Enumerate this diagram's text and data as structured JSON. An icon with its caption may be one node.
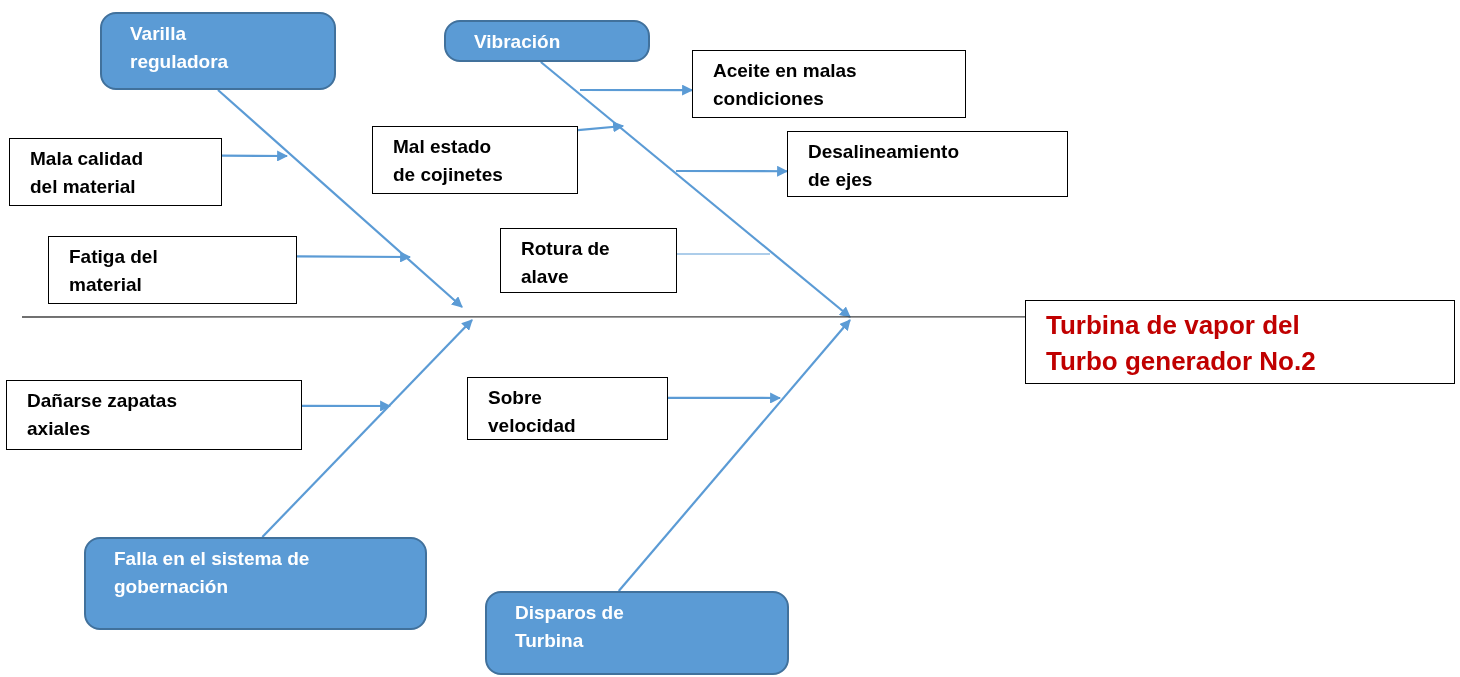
{
  "diagram": {
    "nodes": [
      {
        "text": [
          "Varilla reguladora"
        ]
      },
      {
        "text": [
          "Vibración"
        ]
      },
      {
        "text": [
          "Falla en el sistema de gobernación"
        ]
      },
      {
        "text": [
          "Disparos de Turbina"
        ]
      },
      {
        "text": [
          "Mala calidad del material"
        ]
      },
      {
        "text": [
          "Fatiga del material"
        ]
      },
      {
        "text": [
          "Mal estado de cojinetes"
        ]
      },
      {
        "text": [
          "Aceite en malas condiciones"
        ]
      },
      {
        "text": [
          "Desalineamiento de ejes"
        ]
      },
      {
        "text": [
          "Rotura de alave"
        ]
      },
      {
        "text": [
          "Dañarse zapatas axiales"
        ]
      },
      {
        "text": [
          "Sobre velocidad"
        ]
      },
      {
        "text": [
          "Turbina de vapor del Turbo generador No.2"
        ]
      }
    ],
    "edges": [
      {
        "from": 0,
        "to": null,
        "arrow": "to"
      },
      {
        "from": 1,
        "to": null,
        "arrow": "to"
      },
      {
        "from": 2,
        "to": null,
        "arrow": "to"
      },
      {
        "from": 3,
        "to": null,
        "arrow": "to"
      },
      {
        "from": 4,
        "to": null,
        "arrow": "to"
      },
      {
        "from": 5,
        "to": null,
        "arrow": "to"
      },
      {
        "from": 6,
        "to": null,
        "arrow": "to"
      },
      {
        "from": null,
        "to": 7,
        "arrow": "to"
      },
      {
        "from": null,
        "to": 8,
        "arrow": "to"
      },
      {
        "from": 9,
        "to": null,
        "arrow": "none"
      },
      {
        "from": 10,
        "to": null,
        "arrow": "to"
      },
      {
        "from": 11,
        "to": null,
        "arrow": "to"
      },
      {
        "from": null,
        "to": 12,
        "arrow": "none",
        "color": "#404040"
      }
    ]
  }
}
